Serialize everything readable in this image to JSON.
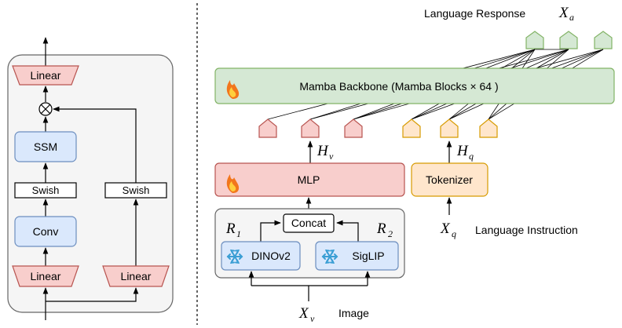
{
  "mamba_block": {
    "top_linear": "Linear",
    "ssm": "SSM",
    "swish_left": "Swish",
    "swish_right": "Swish",
    "conv": "Conv",
    "bottom_linear_left": "Linear",
    "bottom_linear_right": "Linear",
    "multiply_symbol": "⊗"
  },
  "architecture": {
    "response_label": "Language Response",
    "response_var": "X",
    "response_sub": "a",
    "backbone_label": "Mamba Backbone (Mamba Blocks  × 64 )",
    "hv_var": "H",
    "hv_sub": "v",
    "hq_var": "H",
    "hq_sub": "q",
    "mlp_label": "MLP",
    "tokenizer_label": "Tokenizer",
    "concat_label": "Concat",
    "r1_var": "R",
    "r1_sub": "1",
    "r2_var": "R",
    "r2_sub": "2",
    "dino_label": "DINOv2",
    "siglip_label": "SigLIP",
    "xv_var": "X",
    "xv_sub": "v",
    "image_label": "Image",
    "xq_var": "X",
    "xq_sub": "q",
    "instruction_label": "Language Instruction"
  },
  "colors": {
    "linear_fill": "#f8cecc",
    "linear_stroke": "#b85450",
    "blue_fill": "#dae8fc",
    "blue_stroke": "#6c8ebf",
    "green_fill": "#d5e8d4",
    "green_stroke": "#82b366",
    "orange_fill": "#ffe6cc",
    "orange_stroke": "#d79b00",
    "panel_fill": "#f5f5f5",
    "panel_stroke": "#666666"
  }
}
